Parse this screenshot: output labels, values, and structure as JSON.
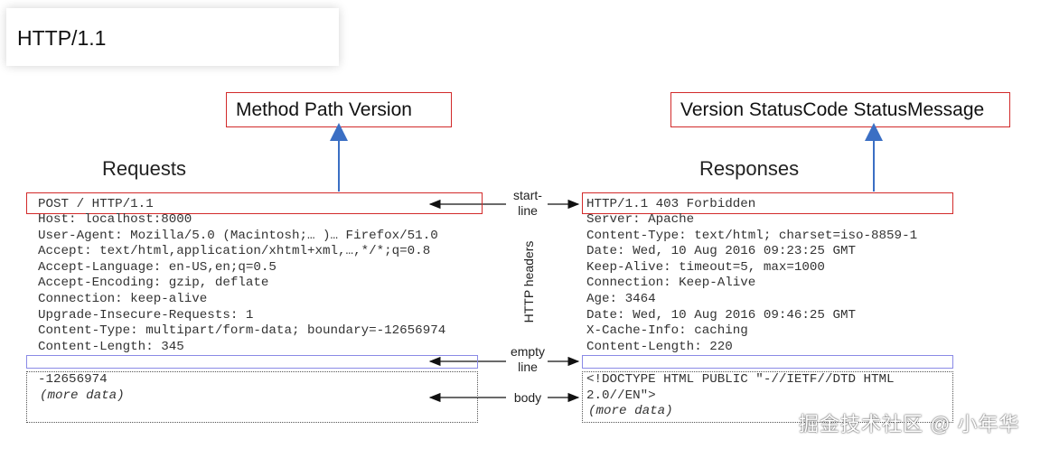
{
  "title": "HTTP/1.1",
  "request_format_label": "Method Path Version",
  "response_format_label": "Version StatusCode StatusMessage",
  "requests_heading": "Requests",
  "responses_heading": "Responses",
  "labels": {
    "start_line": [
      "start-",
      "line"
    ],
    "http_headers": "HTTP headers",
    "empty_line": [
      "empty",
      "line"
    ],
    "body": "body"
  },
  "request": {
    "start_line": "POST / HTTP/1.1",
    "headers": [
      "Host: localhost:8000",
      "User-Agent: Mozilla/5.0 (Macintosh;… )… Firefox/51.0",
      "Accept: text/html,application/xhtml+xml,…,*/*;q=0.8",
      "Accept-Language: en-US,en;q=0.5",
      "Accept-Encoding: gzip, deflate",
      "Connection: keep-alive",
      "Upgrade-Insecure-Requests: 1",
      "Content-Type: multipart/form-data; boundary=-12656974",
      "Content-Length: 345"
    ],
    "body_lines": [
      "-12656974"
    ],
    "body_more": "(more data)"
  },
  "response": {
    "start_line": "HTTP/1.1 403 Forbidden",
    "headers": [
      "Server: Apache",
      "Content-Type: text/html; charset=iso-8859-1",
      "Date: Wed, 10 Aug 2016 09:23:25 GMT",
      "Keep-Alive: timeout=5, max=1000",
      "Connection: Keep-Alive",
      "Age: 3464",
      "Date: Wed, 10 Aug 2016 09:46:25 GMT",
      "X-Cache-Info: caching",
      "Content-Length: 220"
    ],
    "body_lines": [
      "<!DOCTYPE HTML PUBLIC \"-//IETF//DTD HTML",
      "2.0//EN\">"
    ],
    "body_more": "(more data)"
  },
  "watermark": "掘金技术社区 @ 小年华",
  "colors": {
    "red_box": "#d22a2a",
    "blue_arrow": "#3b6fc4",
    "blue_box": "#8a8ae6"
  }
}
